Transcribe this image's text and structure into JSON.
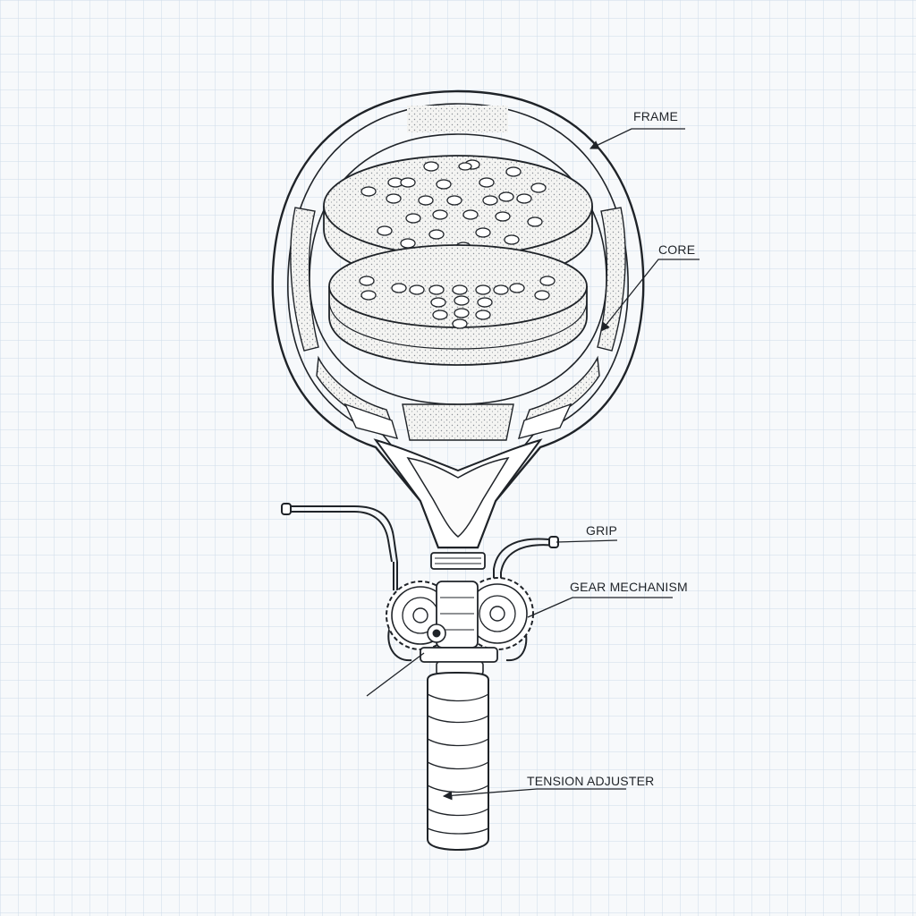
{
  "labels": {
    "frame": "FRAME",
    "core": "CORE",
    "grip": "GRIP",
    "gear_mechanism": "GEAR MECHANISM",
    "tension_adjuster": "TENSION ADJUSTER"
  },
  "colors": {
    "background": "#f7f9fb",
    "grid": "#bcd3e6",
    "ink": "#1f2328",
    "stipple": "#8a8f96"
  }
}
